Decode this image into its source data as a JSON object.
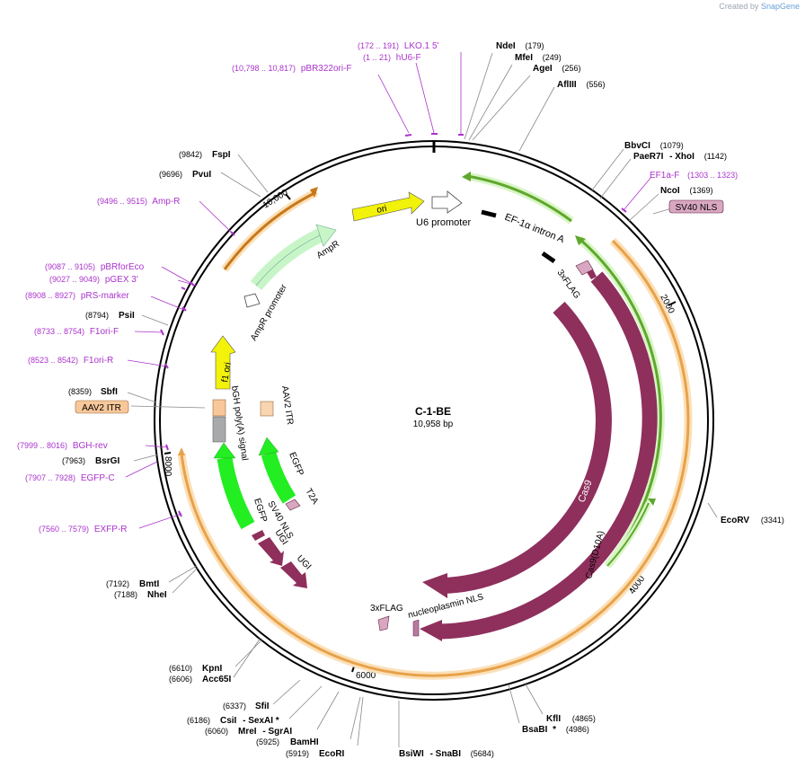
{
  "credit": {
    "created_by": "Created by",
    "brand": "SnapGene"
  },
  "plasmid": {
    "name": "C-1-BE",
    "length": "10,958 bp",
    "total_bp": 10958
  },
  "colors": {
    "backbone": "#000000",
    "primer": "#aa33cc",
    "enzyme_label": "#000000",
    "cas9": "#8e2f5c",
    "orange": "#e8a24a",
    "green_primer": "#7cc242",
    "ori_yellow": "#f2f20a",
    "egfp_green": "#22ee22",
    "ampr_light": "#c8f5c8"
  },
  "ticks": [
    {
      "bp": 2000,
      "label": "2000"
    },
    {
      "bp": 4000,
      "label": "4000"
    },
    {
      "bp": 6000,
      "label": "6000"
    },
    {
      "bp": 8000,
      "label": "8000"
    },
    {
      "bp": 10000,
      "label": "10,000"
    }
  ],
  "enzymes": [
    {
      "name": "NdeI",
      "pos": "(179)"
    },
    {
      "name": "MfeI",
      "pos": "(249)"
    },
    {
      "name": "AgeI",
      "pos": "(256)"
    },
    {
      "name": "AflIII",
      "pos": "(556)"
    },
    {
      "name": "BbvCI",
      "pos": "(1079)"
    },
    {
      "name": "PaeR7I",
      "suffix": "- XhoI",
      "pos": "(1142)"
    },
    {
      "name": "NcoI",
      "pos": "(1369)"
    },
    {
      "name": "EcoRV",
      "pos": "(3341)"
    },
    {
      "name": "KflI",
      "pos": "(4865)"
    },
    {
      "name": "BsaBI",
      "suffix": "*",
      "pos": "(4986)"
    },
    {
      "name": "BsiWI",
      "suffix": "- SnaBI",
      "pos": "(5684)"
    },
    {
      "name": "EcoRI",
      "pos": "(5919)"
    },
    {
      "name": "BamHI",
      "pos": "(5925)"
    },
    {
      "name": "MreI",
      "suffix": "- SgrAI",
      "pos": "(6060)"
    },
    {
      "name": "CsiI",
      "suffix": "- SexAI *",
      "pos": "(6186)"
    },
    {
      "name": "SfiI",
      "pos": "(6337)"
    },
    {
      "name": "Acc65I",
      "pos": "(6606)"
    },
    {
      "name": "KpnI",
      "pos": "(6610)"
    },
    {
      "name": "NheI",
      "pos": "(7188)"
    },
    {
      "name": "BmtI",
      "pos": "(7192)"
    },
    {
      "name": "BsrGI",
      "pos": "(7963)"
    },
    {
      "name": "SbfI",
      "pos": "(8359)"
    },
    {
      "name": "PsiI",
      "pos": "(8794)"
    },
    {
      "name": "PvuI",
      "pos": "(9696)"
    },
    {
      "name": "FspI",
      "pos": "(9842)"
    }
  ],
  "primers": [
    {
      "range": "(172 .. 191)",
      "name": "LKO.1 5'"
    },
    {
      "range": "(1 .. 21)",
      "name": "hU6-F"
    },
    {
      "range": "(10,798 .. 10,817)",
      "name": "pBR322ori-F"
    },
    {
      "range": "(1303 .. 1323)",
      "name": "EF1a-F"
    },
    {
      "range": "(9496 .. 9515)",
      "name": "Amp-R"
    },
    {
      "range": "(9087 .. 9105)",
      "name": "pBRforEco"
    },
    {
      "range": "(9027 .. 9049)",
      "name": "pGEX 3'"
    },
    {
      "range": "(8908 .. 8927)",
      "name": "pRS-marker"
    },
    {
      "range": "(8733 .. 8754)",
      "name": "F1ori-F"
    },
    {
      "range": "(8523 .. 8542)",
      "name": "F1ori-R"
    },
    {
      "range": "(7999 .. 8016)",
      "name": "BGH-rev"
    },
    {
      "range": "(7907 .. 7928)",
      "name": "EGFP-C"
    },
    {
      "range": "(7560 .. 7579)",
      "name": "EXFP-R"
    }
  ],
  "boxed_features": [
    {
      "name": "SV40 NLS"
    },
    {
      "name": "AAV2 ITR"
    }
  ],
  "features": [
    {
      "name": "ori"
    },
    {
      "name": "U6 promoter"
    },
    {
      "name": "EF-1α intron A"
    },
    {
      "name": "AmpR"
    },
    {
      "name": "AmpR promoter"
    },
    {
      "name": "f1 ori"
    },
    {
      "name": "bGH poly(A) signal"
    },
    {
      "name": "AAV2 ITR"
    },
    {
      "name": "EGFP"
    },
    {
      "name": "T2A"
    },
    {
      "name": "EGFP"
    },
    {
      "name": "SV40 NLS"
    },
    {
      "name": "UGI"
    },
    {
      "name": "UGI"
    },
    {
      "name": "3xFLAG"
    },
    {
      "name": "Cas9"
    },
    {
      "name": "Cas9(D10A)"
    },
    {
      "name": "3xFLAG"
    },
    {
      "name": "nucleoplasmin NLS"
    }
  ]
}
